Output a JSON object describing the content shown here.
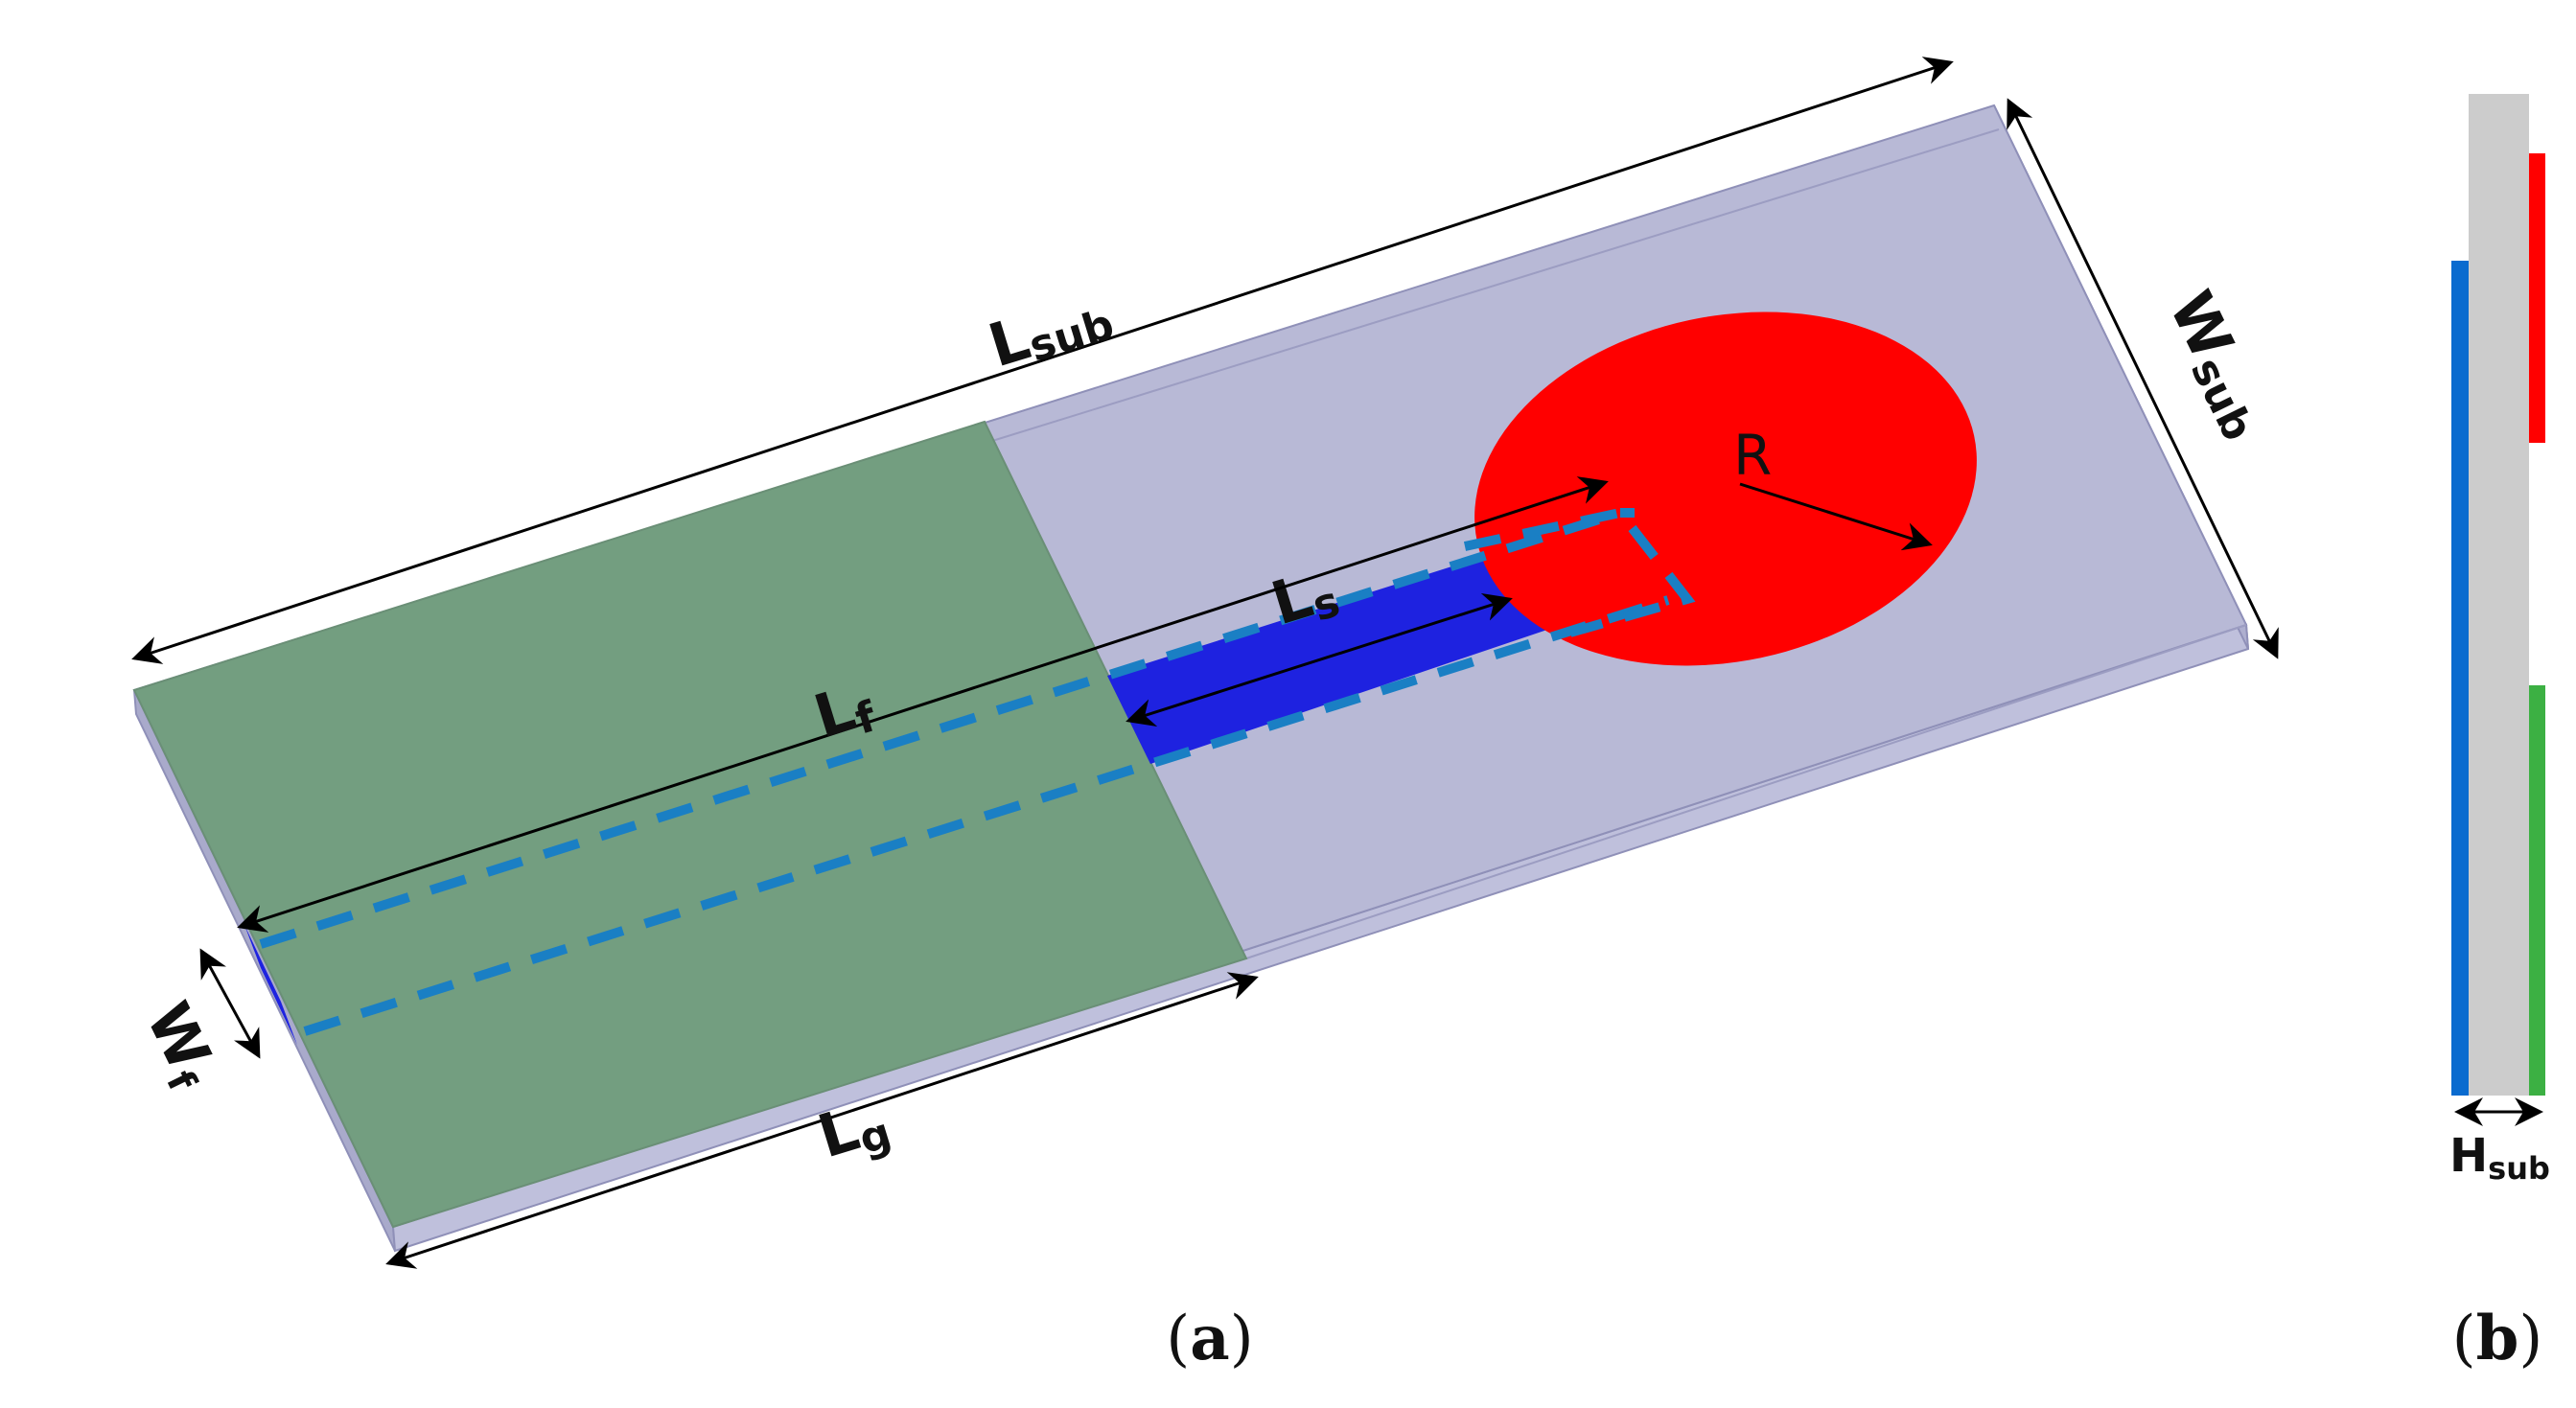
{
  "panel_a": {
    "caption_open": "(",
    "caption_letter": "a",
    "caption_close": ")",
    "labels": {
      "lsub_main": "L",
      "lsub_sub": "sub",
      "wsub_main": "W",
      "wsub_sub": "sub",
      "r": "R",
      "ls_main": "L",
      "ls_sub": "s",
      "lf_main": "L",
      "lf_sub": "f",
      "lg_main": "L",
      "lg_sub": "g",
      "wf_main": "W",
      "wf_sub": "f"
    }
  },
  "panel_b": {
    "caption_open": "(",
    "caption_letter": "b",
    "caption_close": ")",
    "labels": {
      "hsub_main": "H",
      "hsub_sub": "sub"
    }
  },
  "colors": {
    "substrate": "#b8b9d6",
    "substrate_edge": "#8f90b8",
    "ground": "#739e80",
    "patch": "#ff0000",
    "feed": "#1e22e0",
    "dashed_outline": "#1a7fc4",
    "side_substrate": "#cccccc",
    "side_top": "#0a6bcf",
    "side_bottom": "#3cb043"
  }
}
